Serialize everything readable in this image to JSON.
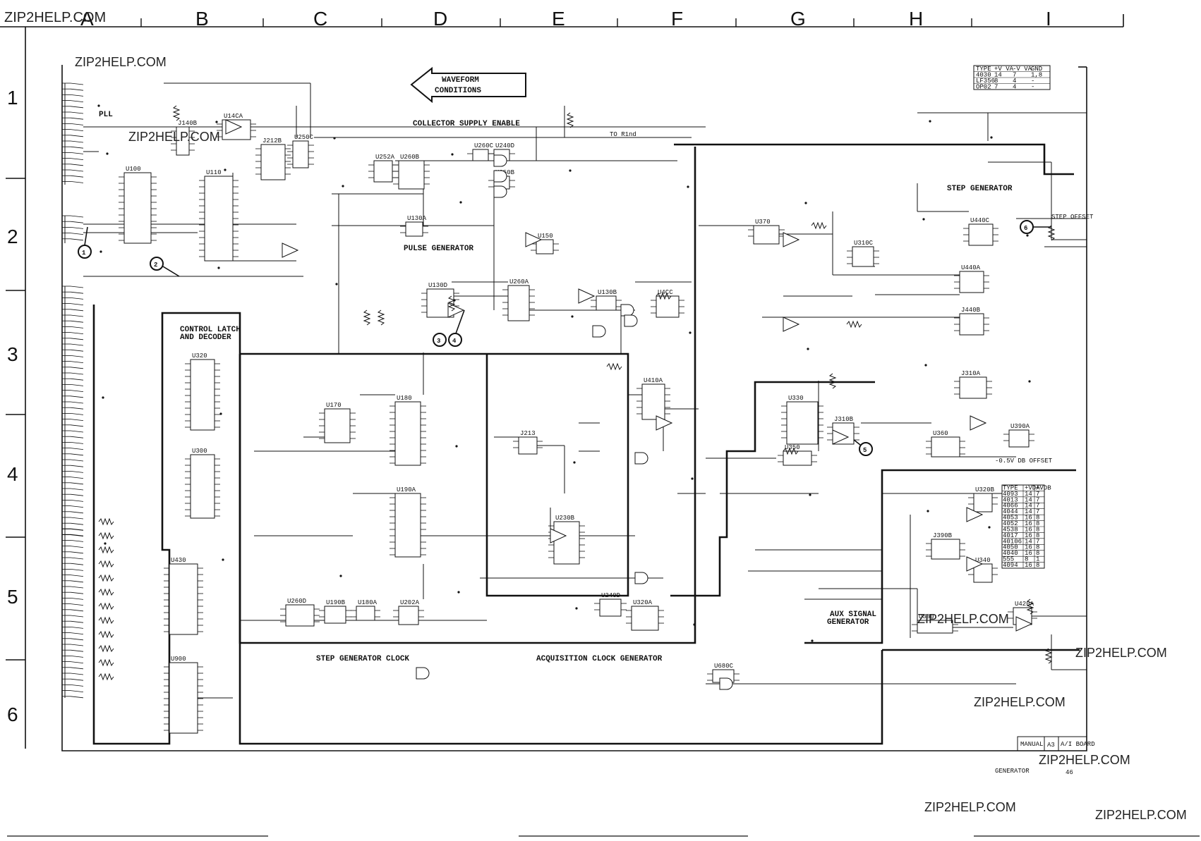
{
  "watermark": "ZIP2HELP.COM",
  "column_labels": [
    "A",
    "B",
    "C",
    "D",
    "E",
    "F",
    "G",
    "H",
    "I"
  ],
  "row_labels": [
    "1",
    "2",
    "3",
    "4",
    "5",
    "6"
  ],
  "title_box": {
    "line1": "WAVEFORM",
    "line2": "CONDITIONS"
  },
  "sections": {
    "pll": "PLL",
    "collector_supply_enable": "COLLECTOR SUPPLY ENABLE",
    "pulse_generator": "PULSE GENERATOR",
    "control_latch_line1": "CONTROL LATCH",
    "control_latch_line2": "AND DECODER",
    "step_generator": "STEP GENERATOR",
    "step_generator_clock": "STEP GENERATOR CLOCK",
    "acquisition_clock_generator": "ACQUISITION CLOCK GENERATOR",
    "aux_signal_line1": "AUX SIGNAL",
    "aux_signal_line2": "GENERATOR"
  },
  "callouts": [
    "1",
    "2",
    "3",
    "4",
    "5",
    "6"
  ],
  "components": [
    "U14CA",
    "J140B",
    "U100",
    "U110",
    "J212B",
    "U250C",
    "U252A",
    "U260B",
    "U260C",
    "U240D",
    "U250B",
    "U130A",
    "U150",
    "U130D",
    "U260A",
    "U130B",
    "U4CC",
    "U410A",
    "U170",
    "U180",
    "U190A",
    "U260D",
    "J213",
    "U230B",
    "U320A",
    "U370",
    "U310C",
    "U440C",
    "U440A",
    "J440B",
    "J310A",
    "U330",
    "J310B",
    "U350",
    "U360",
    "U390A",
    "U320B",
    "J390B",
    "U340",
    "U380",
    "U420A",
    "U680C",
    "U190B",
    "U180A",
    "U202A",
    "U240D",
    "U320",
    "U300",
    "U430",
    "U900"
  ],
  "ic_table": {
    "headers": [
      "TYPE",
      "+VDA",
      "+VDB"
    ],
    "rows": [
      [
        "4093",
        14,
        7
      ],
      [
        "4013",
        14,
        7
      ],
      [
        "4066",
        14,
        7
      ],
      [
        "4044",
        14,
        7
      ],
      [
        "4053",
        16,
        8
      ],
      [
        "4052",
        16,
        8
      ],
      [
        "4538",
        16,
        8
      ],
      [
        "4017",
        16,
        8
      ],
      [
        "40106",
        14,
        7
      ],
      [
        "4050",
        16,
        8
      ],
      [
        "4040",
        16,
        8
      ],
      [
        "555",
        8,
        1
      ],
      [
        "4094",
        16,
        8
      ]
    ]
  },
  "top_table": {
    "rows": [
      [
        "TYPE",
        "+V VA",
        "-V VA",
        "GND"
      ],
      [
        "4030",
        "14",
        "7",
        "1,8"
      ],
      [
        "LF356",
        "8",
        "4",
        "-"
      ],
      [
        "OP02",
        "7",
        "4",
        "-"
      ]
    ]
  },
  "labels": {
    "step_offset": "STEP OFFSET",
    "aux_offset": "-0.5V DB OFFSET",
    "collector_mode": "TO R1nd",
    "manual": "MANUAL",
    "board_id": "A3",
    "board_name": "A/I BOARD",
    "page_ref": "46",
    "footer": "GENERATOR"
  }
}
